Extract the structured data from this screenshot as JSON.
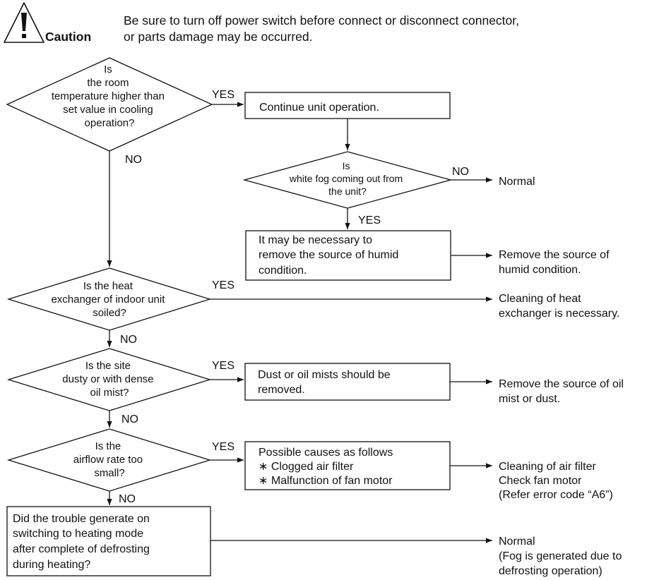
{
  "caution": {
    "label": "Caution",
    "line1": "Be sure to turn off power switch before connect or disconnect connector,",
    "line2": "or parts damage may be occurred.",
    "icon": "warning-triangle-icon"
  },
  "flowchart": {
    "d1": {
      "lines": [
        "Is",
        "the room",
        "temperature higher than",
        "set value in cooling",
        "operation?"
      ],
      "yes": "YES",
      "no": "NO"
    },
    "box_continue": {
      "lines": [
        "Continue unit operation."
      ]
    },
    "d2": {
      "lines": [
        "Is",
        "white fog coming out from",
        "the unit?"
      ],
      "yes": "YES",
      "no": "NO"
    },
    "normal_1": {
      "lines": [
        "Normal"
      ]
    },
    "box_humid": {
      "lines": [
        "It may be necessary to",
        "remove the source of humid",
        "condition."
      ]
    },
    "result_humid": {
      "lines": [
        "Remove the source of",
        "humid condition."
      ]
    },
    "d3": {
      "lines": [
        "Is the heat",
        "exchanger of indoor unit",
        "soiled?"
      ],
      "yes": "YES",
      "no": "NO"
    },
    "result_heat": {
      "lines": [
        "Cleaning of heat",
        "exchanger is necessary."
      ]
    },
    "d4": {
      "lines": [
        "Is the site",
        "dusty or with dense",
        "oil mist?"
      ],
      "yes": "YES",
      "no": "NO"
    },
    "box_dust": {
      "lines": [
        "Dust or oil mists should be",
        "removed."
      ]
    },
    "result_dust": {
      "lines": [
        "Remove the source of oil",
        "mist or dust."
      ]
    },
    "d5": {
      "lines": [
        "Is the",
        "airflow rate too",
        "small?"
      ],
      "yes": "YES",
      "no": "NO"
    },
    "box_causes": {
      "lines": [
        "Possible causes as follows",
        "∗ Clogged air filter",
        "∗ Malfunction of fan motor"
      ]
    },
    "result_causes": {
      "lines": [
        "Cleaning of air filter",
        "Check fan motor",
        "(Refer error code “A6”)"
      ]
    },
    "box_defrost": {
      "lines": [
        "Did the trouble generate on",
        "switching to heating mode",
        "after complete of defrosting",
        "during heating?"
      ]
    },
    "normal_2": {
      "lines": [
        "Normal",
        "(Fog is generated due to",
        "defrosting operation)"
      ]
    }
  }
}
